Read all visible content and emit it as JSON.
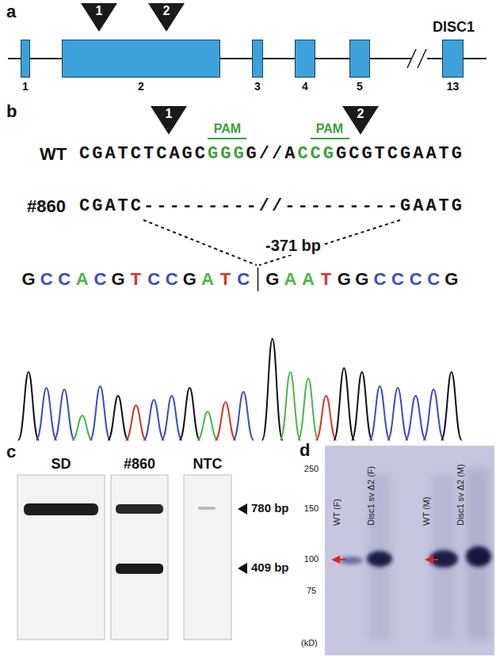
{
  "diagram": {
    "nodes": [
      {
        "text": [
          "1"
        ]
      },
      {
        "text": [
          "2"
        ]
      },
      {
        "text": [
          "1"
        ]
      },
      {
        "text": [
          "2"
        ]
      },
      {
        "text": [
          "3"
        ]
      },
      {
        "text": [
          "4"
        ]
      },
      {
        "text": [
          "5"
        ]
      },
      {
        "text": [
          "13"
        ]
      },
      {
        "text": [
          "1"
        ]
      },
      {
        "text": [
          "2"
        ]
      }
    ],
    "edges": [
      {
        "from": 2,
        "to": 3,
        "arrow": "none"
      },
      {
        "from": 3,
        "to": 4,
        "arrow": "none"
      },
      {
        "from": 4,
        "to": 5,
        "arrow": "none"
      },
      {
        "from": 5,
        "to": 6,
        "arrow": "none"
      },
      {
        "from": 6,
        "to": 7,
        "arrow": "none"
      }
    ],
    "labels": [
      "a",
      "DISC1",
      "b",
      "PAM",
      "PAM",
      "WT",
      "CGATCTCAGC",
      "GGG",
      "G//A",
      "CCG",
      "GCGTCGAATG",
      "#860",
      "CGATC",
      "---------//---------",
      "GAATG",
      "-371 bp",
      "G",
      "C",
      "C",
      "A",
      "C",
      "G",
      "T",
      "C",
      "C",
      "G",
      "A",
      "T",
      "C",
      "G",
      "A",
      "A",
      "T",
      "G",
      "G",
      "C",
      "C",
      "C",
      "C",
      "G",
      "c",
      "SD",
      "#860",
      "NTC",
      "780 bp",
      "409 bp",
      "d",
      "WT (F)",
      "Disc1 sv Δ2 (F)",
      "WT (M)",
      "Disc1 sv Δ2 (M)",
      "250",
      "150",
      "100",
      "75",
      "(kD)"
    ]
  }
}
